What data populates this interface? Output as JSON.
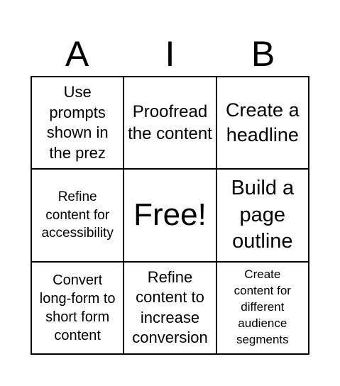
{
  "header": {
    "letters": [
      "A",
      "I",
      "B"
    ]
  },
  "board": {
    "cells": [
      {
        "text": "Use prompts shown in the prez"
      },
      {
        "text": "Proofread the content"
      },
      {
        "text": "Create a headline"
      },
      {
        "text": "Refine content for accessibility"
      },
      {
        "text": "Free!"
      },
      {
        "text": "Build a page outline"
      },
      {
        "text": "Convert long-form to short form content"
      },
      {
        "text": "Refine content to increase conversion"
      },
      {
        "text": "Create content for different audience segments"
      }
    ]
  }
}
